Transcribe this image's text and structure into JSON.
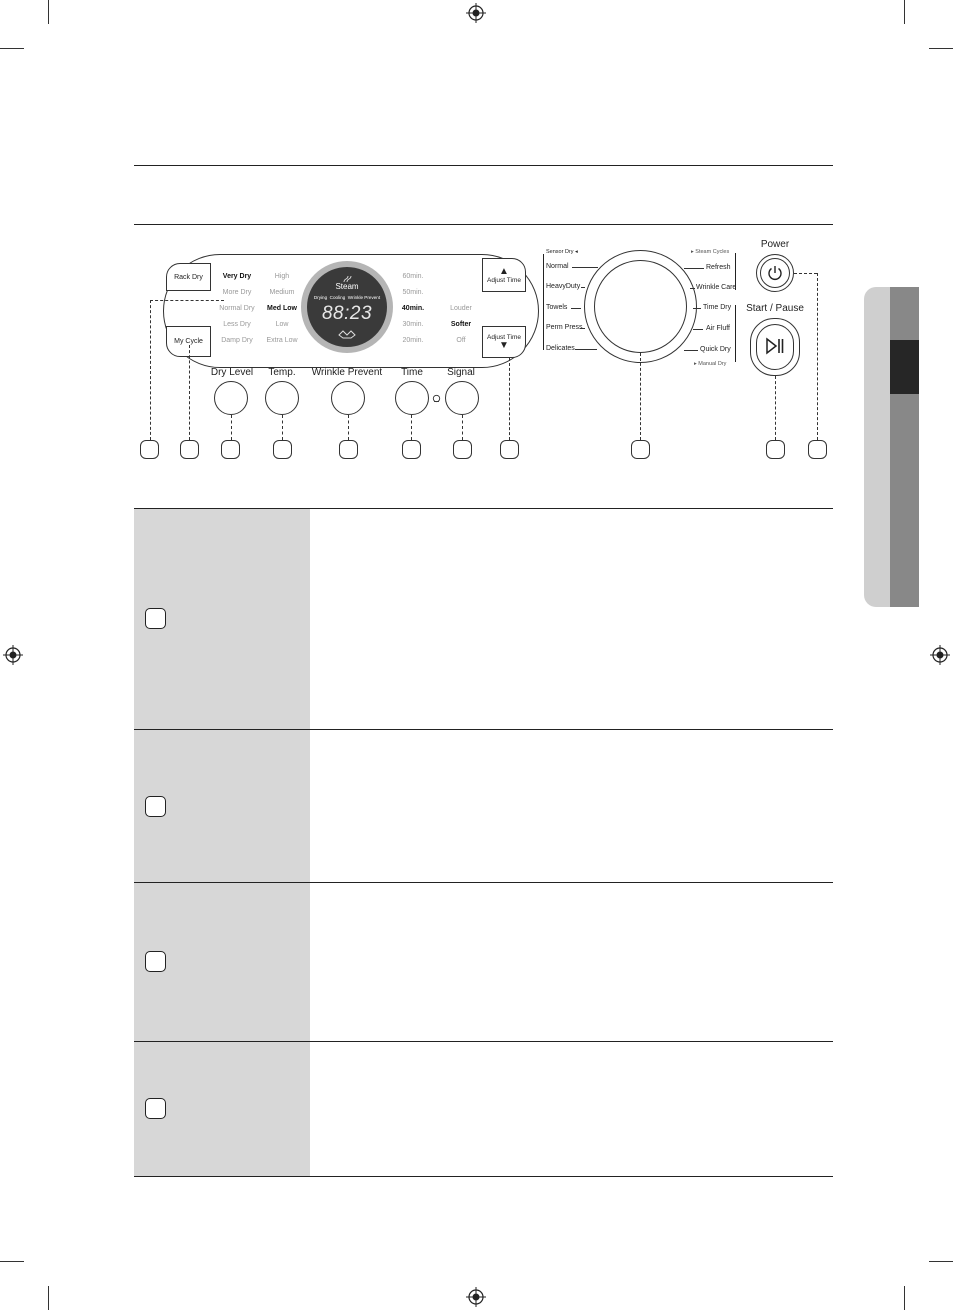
{
  "panel": {
    "rack_dry": "Rack Dry",
    "my_cycle": "My Cycle",
    "dry_level_options": [
      "Very Dry",
      "More Dry",
      "Normal Dry",
      "Less Dry",
      "Damp Dry"
    ],
    "temp_options": [
      "High",
      "Medium",
      "Med Low",
      "Low",
      "Extra Low"
    ],
    "time_options": [
      "60min.",
      "50min.",
      "40min.",
      "30min.",
      "20min."
    ],
    "signal_options": [
      "Louder",
      "Softer",
      "Off"
    ],
    "display": {
      "steam_label": "Steam",
      "status_row": "Drying  Cooling  Wrinkle Prevent",
      "digits": "88:23"
    },
    "adjust_time_up": "Adjust Time",
    "adjust_time_down": "Adjust Time",
    "buttons": {
      "dry_level": "Dry Level",
      "temp": "Temp.",
      "wrinkle_prevent": "Wrinkle Prevent",
      "time": "Time",
      "signal": "Signal"
    }
  },
  "dial": {
    "sensor_dry": "Sensor Dry",
    "left_cycles": [
      "Normal",
      "HeavyDuty",
      "Towels",
      "Perm Press",
      "Delicates"
    ],
    "steam_cycles": "Steam Cycles",
    "right_upper": [
      "Refresh",
      "Wrinkle Care"
    ],
    "right_lower": [
      "Time Dry",
      "Air Fluff",
      "Quick Dry"
    ],
    "manual_dry": "Manual Dry"
  },
  "controls": {
    "power": "Power",
    "start_pause": "Start / Pause"
  },
  "colors": {
    "label_cell": "#d7d7d7",
    "display_bg": "#3a3a3a",
    "display_ring": "#b5b5b5",
    "side_tab_dark": "#262626"
  }
}
